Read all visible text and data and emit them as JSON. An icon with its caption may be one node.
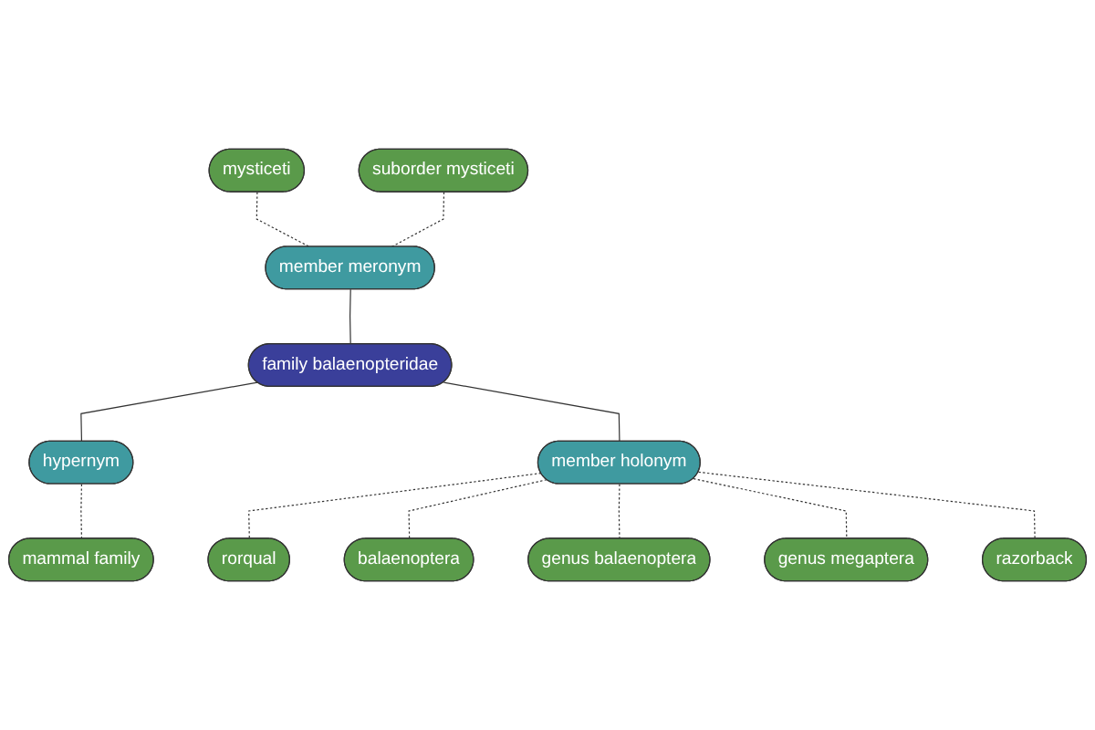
{
  "diagram": {
    "nodes": [
      {
        "text": [
          "mysticeti"
        ]
      },
      {
        "text": [
          "suborder mysticeti"
        ]
      },
      {
        "text": [
          "member meronym"
        ]
      },
      {
        "text": [
          "family balaenopteridae"
        ]
      },
      {
        "text": [
          "hypernym"
        ]
      },
      {
        "text": [
          "mammal family"
        ]
      },
      {
        "text": [
          "member holonym"
        ]
      },
      {
        "text": [
          "rorqual"
        ]
      },
      {
        "text": [
          "balaenoptera"
        ]
      },
      {
        "text": [
          "genus balaenoptera"
        ]
      },
      {
        "text": [
          "genus megaptera"
        ]
      },
      {
        "text": [
          "razorback"
        ]
      }
    ],
    "edges": [
      {
        "from": 0,
        "to": 2,
        "arrow": "none",
        "style": "dashed"
      },
      {
        "from": 1,
        "to": 2,
        "arrow": "none",
        "style": "dashed"
      },
      {
        "from": 2,
        "to": 3,
        "arrow": "none"
      },
      {
        "from": 3,
        "to": 4,
        "arrow": "none"
      },
      {
        "from": 4,
        "to": 5,
        "arrow": "none",
        "style": "dashed"
      },
      {
        "from": 3,
        "to": 6,
        "arrow": "none"
      },
      {
        "from": 6,
        "to": 7,
        "arrow": "none",
        "style": "dashed"
      },
      {
        "from": 6,
        "to": 8,
        "arrow": "none",
        "style": "dashed"
      },
      {
        "from": 6,
        "to": 9,
        "arrow": "none",
        "style": "dashed"
      },
      {
        "from": 6,
        "to": 10,
        "arrow": "none",
        "style": "dashed"
      },
      {
        "from": 6,
        "to": 11,
        "arrow": "none",
        "style": "dashed"
      }
    ]
  }
}
